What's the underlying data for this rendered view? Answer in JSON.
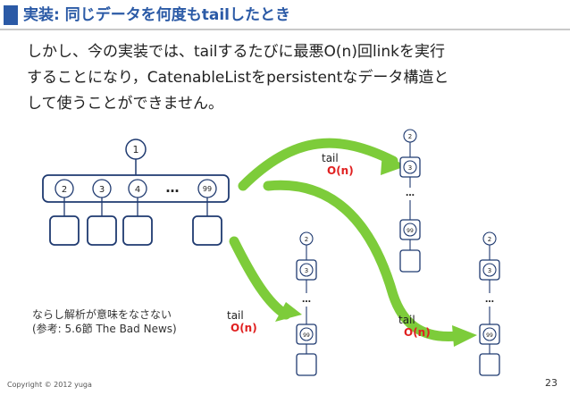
{
  "slide": {
    "title": "実装: 同じデータを何度もtailしたとき",
    "body_lines": [
      "しかし、今の実装では、tailするたびに最悪O(n)回linkを実行",
      "することになり，CatenableListをpersistentなデータ構造と",
      "して使うことができません。"
    ],
    "note_lines": [
      "ならし解析が意味をなさない",
      "(参考: 5.6節 The Bad News)"
    ],
    "copyright": "Copyright © 2012 yuga",
    "page_number": "23"
  },
  "diagram": {
    "root_node": "1",
    "children": [
      "2",
      "3",
      "4",
      "99"
    ],
    "ellipsis": "…",
    "tail_labels": [
      {
        "word": "tail",
        "cost": "O(n)"
      },
      {
        "word": "tail",
        "cost": "O(n)"
      },
      {
        "word": "tail",
        "cost": "O(n)"
      }
    ],
    "chain_top": [
      "2",
      "3",
      "99"
    ],
    "chain_mid": [
      "2",
      "3",
      "99"
    ],
    "chain_right": [
      "2",
      "3",
      "99"
    ],
    "colors": {
      "title": "#2b5aa6",
      "arrow": "#7dcc3a",
      "cost": "#e02020",
      "node_stroke": "#1f3a70"
    }
  }
}
